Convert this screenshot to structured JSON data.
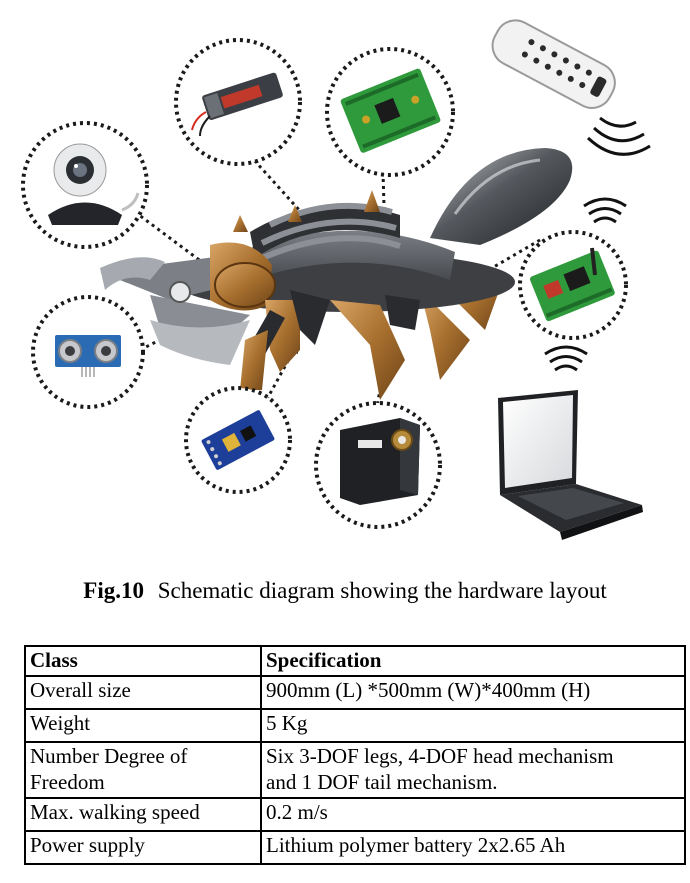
{
  "figure": {
    "components": [
      "webcam-icon",
      "lipo-battery-icon",
      "controller-board-icon",
      "ir-remote-icon",
      "wireless-module-icon",
      "laptop-icon",
      "ultrasonic-sensor-icon",
      "imu-sensor-icon",
      "servo-motor-icon",
      "hexapod-scorpion-robot-icon"
    ],
    "colors": {
      "leg_bronze": "#b07a3a",
      "body_gray": "#5b5e63",
      "pcb_green": "#2f9a3c",
      "imu_blue": "#1d3f9a",
      "dotted_border": "#1a1a1a"
    }
  },
  "caption": {
    "number": "Fig.10",
    "text": "Schematic diagram showing the hardware layout"
  },
  "table": {
    "header": {
      "col1": "Class",
      "col2": "Specification"
    },
    "rows": [
      {
        "class": "Overall size",
        "spec_line1": "900mm (L) *500mm (W)*400mm (H)",
        "spec_line2": ""
      },
      {
        "class": "Weight",
        "spec_line1": "5 Kg",
        "spec_line2": ""
      },
      {
        "class": "Number Degree of",
        "class_line2": "Freedom",
        "spec_line1": "Six 3-DOF legs,  4-DOF head mechanism",
        "spec_line2": "and 1 DOF tail mechanism."
      },
      {
        "class": "Max. walking speed",
        "spec_line1": "0.2 m/s",
        "spec_line2": ""
      },
      {
        "class": "Power supply",
        "spec_line1": "Lithium polymer battery 2x2.65 Ah",
        "spec_line2": ""
      }
    ]
  }
}
